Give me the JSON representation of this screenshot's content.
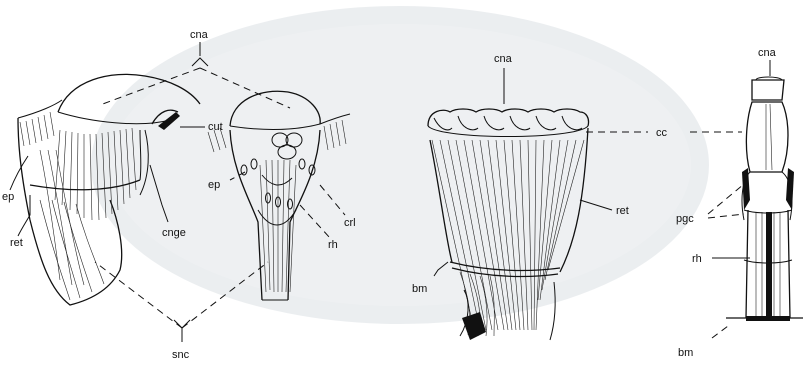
{
  "diagram": {
    "panels": [
      {
        "id": "simple-eye-left",
        "labels": {
          "cna": "cna",
          "cut": "cut",
          "ep_left": "ep",
          "ep_right": "ep",
          "crl": "crl",
          "rh": "rh",
          "ret": "ret",
          "cnge": "cnge",
          "snc": "snc"
        }
      },
      {
        "id": "ommatidia-array",
        "labels": {
          "cna": "cna",
          "cc": "cc",
          "ret": "ret",
          "bm": "bm"
        }
      },
      {
        "id": "single-ommatidium",
        "labels": {
          "cna": "cna",
          "pgc": "pgc",
          "rh": "rh",
          "bm": "bm"
        }
      }
    ]
  }
}
